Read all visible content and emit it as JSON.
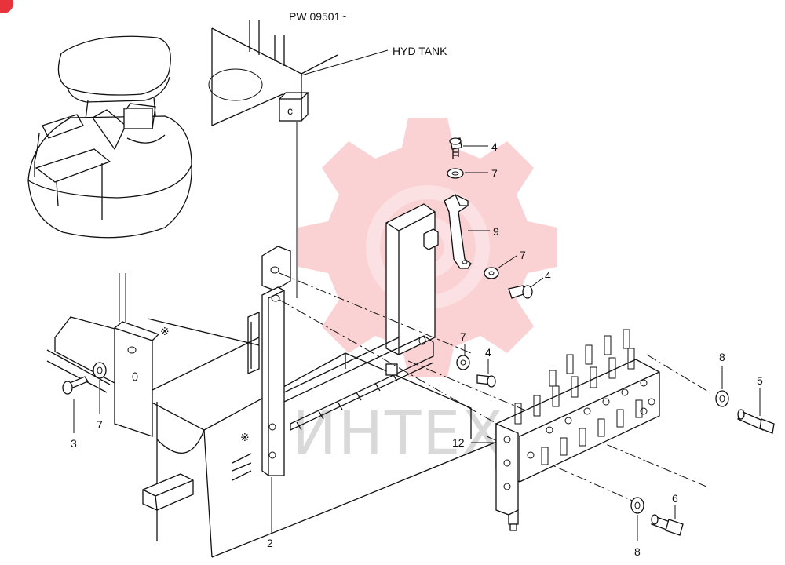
{
  "header": {
    "serial_range": "PW 09501~"
  },
  "callouts": {
    "hyd_tank": "HYD TANK",
    "asterisk_upper": "※",
    "asterisk_lower": "※"
  },
  "part_numbers": {
    "p4_top": "4",
    "p7_top": "7",
    "p9": "9",
    "p7_mid": "7",
    "p4_mid": "4",
    "p7_low": "7",
    "p4_low": "4",
    "p3": "3",
    "p7_left": "7",
    "p2": "2",
    "p12": "12",
    "p8_right": "8",
    "p5": "5",
    "p6": "6",
    "p8_bottom": "8"
  },
  "watermark": {
    "text": "ИНТЕХ",
    "color": "#e8323c"
  },
  "corner_badge": {
    "color": "#e8323c"
  }
}
